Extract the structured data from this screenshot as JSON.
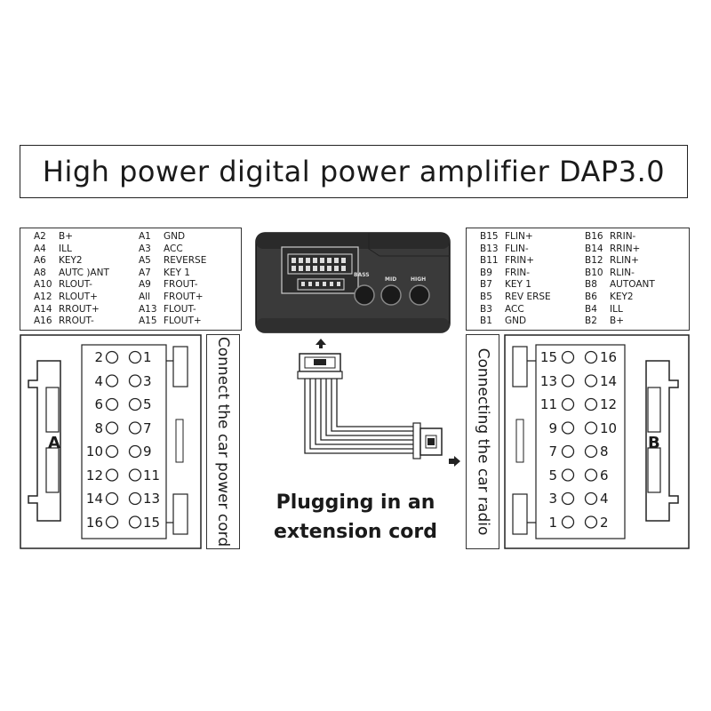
{
  "title": "High power digital power amplifier DAP3.0",
  "left_pinout": [
    [
      "A2",
      "B+"
    ],
    [
      "A1",
      "GND"
    ],
    [
      "A4",
      "ILL"
    ],
    [
      "A3",
      "ACC"
    ],
    [
      "A6",
      "KEY2"
    ],
    [
      "A5",
      "REVERSE"
    ],
    [
      "A8",
      "AUTC )ANT"
    ],
    [
      "A7",
      "KEY 1"
    ],
    [
      "A10",
      "RLOUT-"
    ],
    [
      "A9",
      "FROUT-"
    ],
    [
      "A12",
      "RLOUT+"
    ],
    [
      "All",
      "FROUT+"
    ],
    [
      "A14",
      "RROUT+"
    ],
    [
      "A13",
      "FLOUT-"
    ],
    [
      "A16",
      "RROUT-"
    ],
    [
      "A15",
      "FLOUT+"
    ]
  ],
  "right_pinout": [
    [
      "B15",
      "FLIN+"
    ],
    [
      "B16",
      "RRIN-"
    ],
    [
      "B13",
      "FLIN-"
    ],
    [
      "B14",
      "RRIN+"
    ],
    [
      "B11",
      "FRIN+"
    ],
    [
      "B12",
      "RLIN+"
    ],
    [
      "B9",
      "FRIN-"
    ],
    [
      "B10",
      "RLIN-"
    ],
    [
      "B7",
      "KEY 1"
    ],
    [
      "B8",
      "AUTOANT"
    ],
    [
      "B5",
      "REV ERSE"
    ],
    [
      "B6",
      "KEY2"
    ],
    [
      "B3",
      "ACC"
    ],
    [
      "B4",
      "ILL"
    ],
    [
      "B1",
      "GND"
    ],
    [
      "B2",
      "B+"
    ]
  ],
  "device": {
    "knobs": [
      "BASS",
      "MID",
      "HIGH"
    ]
  },
  "left_caption": "Connect the car power cord",
  "right_caption": "Connecting the car radio",
  "plug_caption_line1": "Plugging in an",
  "plug_caption_line2": "extension cord",
  "connector_a": {
    "letter": "A",
    "rows": [
      [
        "2",
        "1"
      ],
      [
        "4",
        "3"
      ],
      [
        "6",
        "5"
      ],
      [
        "8",
        "7"
      ],
      [
        "10",
        "9"
      ],
      [
        "12",
        "11"
      ],
      [
        "14",
        "13"
      ],
      [
        "16",
        "15"
      ]
    ]
  },
  "connector_b": {
    "letter": "B",
    "rows": [
      [
        "15",
        "16"
      ],
      [
        "13",
        "14"
      ],
      [
        "11",
        "12"
      ],
      [
        "9",
        "10"
      ],
      [
        "7",
        "8"
      ],
      [
        "5",
        "6"
      ],
      [
        "3",
        "4"
      ],
      [
        "1",
        "2"
      ]
    ]
  },
  "colors": {
    "line": "#222222",
    "device_body": "#3a3a3a",
    "device_top": "#2a2a2a"
  }
}
